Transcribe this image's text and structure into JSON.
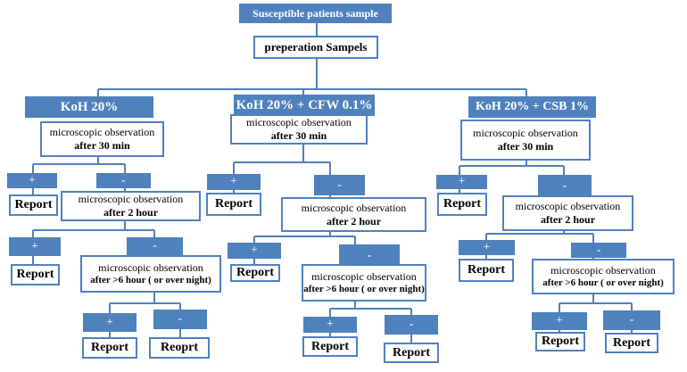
{
  "title": "Susceptible patients sample",
  "prep": "preperation Sampels",
  "colors": {
    "accent": "#4f81bd",
    "border": "#4f81bd",
    "line": "#4f81bd"
  },
  "branches": [
    {
      "header": "KoH 20%",
      "obs1": {
        "top": "microscopic observation",
        "bottom": "after 30 min"
      },
      "plus1": "+",
      "minus1": "-",
      "report1": "Report",
      "obs2": {
        "top": "microscopic observation",
        "bottom": "after 2 hour"
      },
      "plus2": "+",
      "minus2": "-",
      "report2": "Report",
      "obs3": {
        "top": "microscopic observation",
        "bottom": "after >6 hour ( or over night)"
      },
      "plus3": "+",
      "minus3": "-",
      "report3": "Report",
      "report4": "Reoprt"
    },
    {
      "header": "KoH 20% + CFW 0.1%",
      "obs1": {
        "top": "microscopic observation",
        "bottom": "after 30 min"
      },
      "plus1": "+",
      "minus1": "-",
      "report1": "Report",
      "obs2": {
        "top": "microscopic observation",
        "bottom": "after 2 hour"
      },
      "plus2": "+",
      "minus2": "-",
      "report2": "Report",
      "obs3": {
        "top": "microscopic observation",
        "bottom": "after >6 hour ( or over night)"
      },
      "plus3": "+",
      "minus3": "-",
      "report3": "Report",
      "report4": "Report"
    },
    {
      "header": "KoH 20% + CSB 1%",
      "obs1": {
        "top": "microscopic observation",
        "bottom": "after 30 min"
      },
      "plus1": "+",
      "minus1": "-",
      "report1": "Report",
      "obs2": {
        "top": "microscopic observation",
        "bottom": "after 2 hour"
      },
      "plus2": "+",
      "minus2": "-",
      "report2": "Report",
      "obs3": {
        "top": "microscopic observation",
        "bottom": "after >6 hour ( or over night)"
      },
      "plus3": "+",
      "minus3": "-",
      "report3": "Report",
      "report4": "Report"
    }
  ]
}
